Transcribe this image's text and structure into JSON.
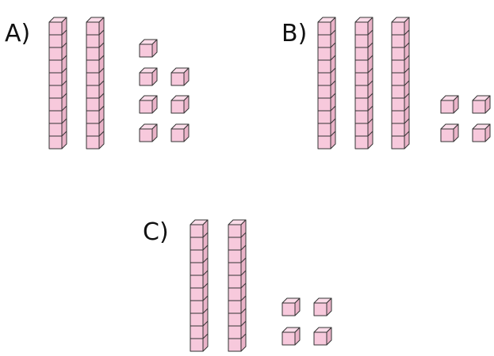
{
  "colors": {
    "cube_fill": "#f7c9dc",
    "cube_top": "#fbdce9",
    "cube_side": "#eab3c8",
    "edge": "#333333"
  },
  "options": [
    {
      "label": "A)",
      "tens": 2,
      "ones": 7
    },
    {
      "label": "B)",
      "tens": 3,
      "ones": 4
    },
    {
      "label": "C)",
      "tens": 2,
      "ones": 4
    }
  ]
}
